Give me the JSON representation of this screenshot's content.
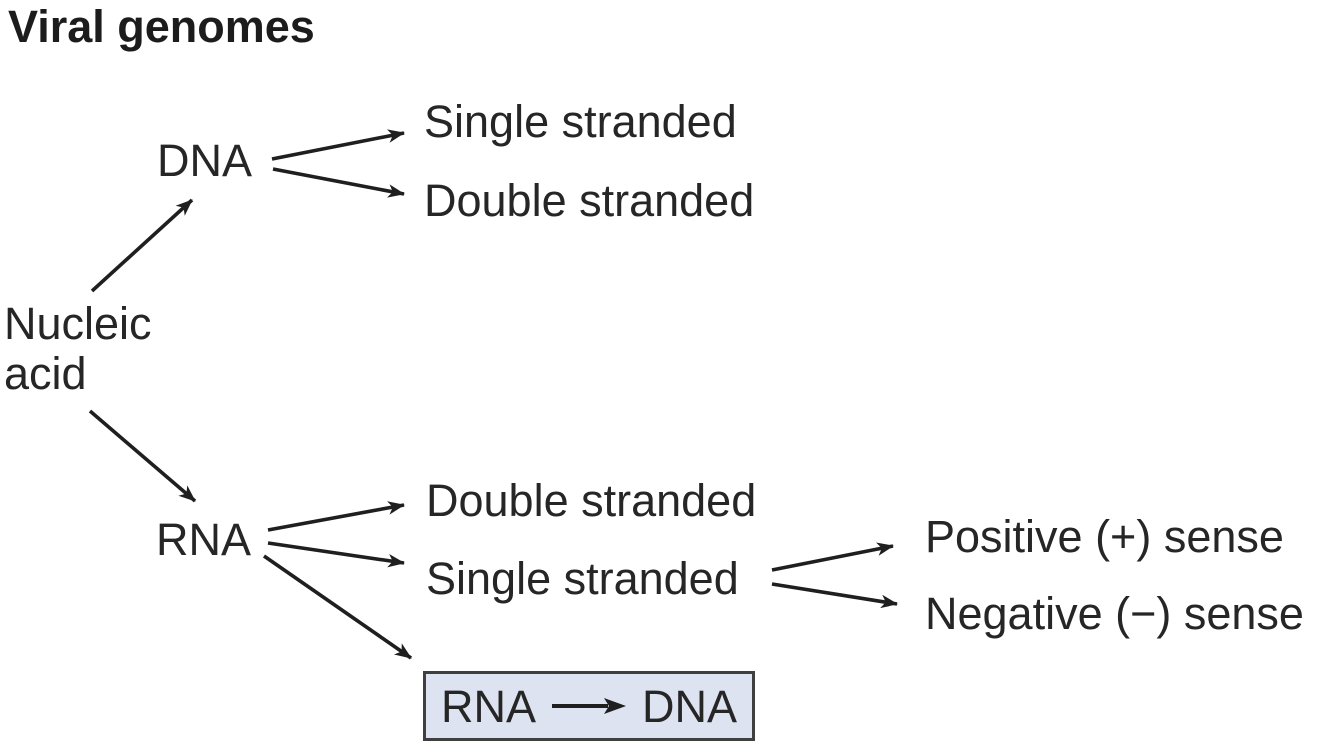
{
  "title": "Viral genomes",
  "colors": {
    "background": "#ffffff",
    "text": "#262626",
    "arrow": "#1f1f1f",
    "box_fill": "#dde3f1",
    "box_border": "#3f3f3f"
  },
  "nodes": {
    "nucleic_acid": {
      "label": "Nucleic acid"
    },
    "dna": {
      "label": "DNA"
    },
    "dna_single_stranded": {
      "label": "Single stranded"
    },
    "dna_double_stranded": {
      "label": "Double stranded"
    },
    "rna": {
      "label": "RNA"
    },
    "rna_double_stranded": {
      "label": "Double stranded"
    },
    "rna_single_stranded": {
      "label": "Single stranded"
    },
    "positive_sense": {
      "label": "Positive (+) sense"
    },
    "negative_sense": {
      "label": "Negative (−) sense"
    },
    "rna_to_dna_box": {
      "from": "RNA",
      "to": "DNA"
    }
  },
  "edges": [
    {
      "from": "nucleic_acid",
      "to": "dna"
    },
    {
      "from": "nucleic_acid",
      "to": "rna"
    },
    {
      "from": "dna",
      "to": "dna_single_stranded"
    },
    {
      "from": "dna",
      "to": "dna_double_stranded"
    },
    {
      "from": "rna",
      "to": "rna_double_stranded"
    },
    {
      "from": "rna",
      "to": "rna_single_stranded"
    },
    {
      "from": "rna",
      "to": "rna_to_dna_box"
    },
    {
      "from": "rna_single_stranded",
      "to": "positive_sense"
    },
    {
      "from": "rna_single_stranded",
      "to": "negative_sense"
    }
  ]
}
